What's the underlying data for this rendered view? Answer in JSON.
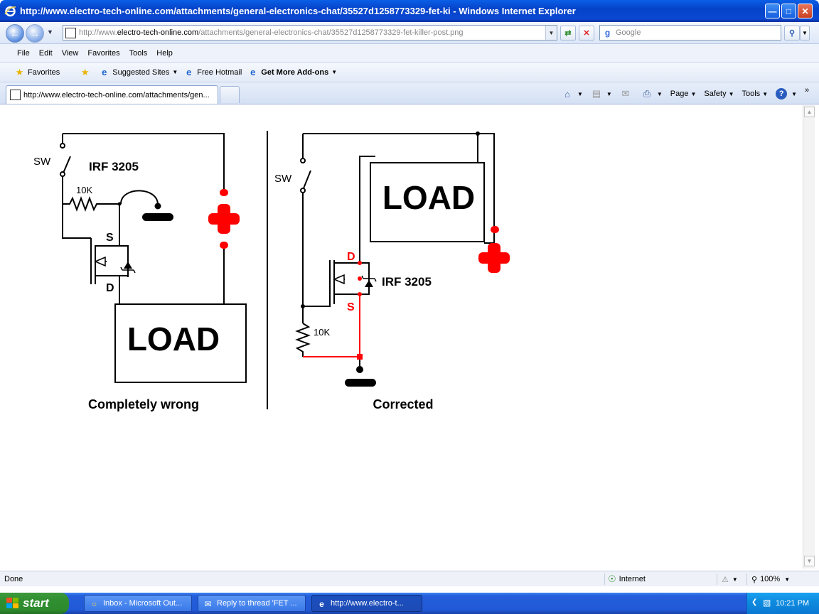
{
  "window": {
    "title": "http://www.electro-tech-online.com/attachments/general-electronics-chat/35527d1258773329-fet-ki - Windows Internet Explorer"
  },
  "address_bar": {
    "url_prefix": "http://www.",
    "url_domain": "electro-tech-online.com",
    "url_path": "/attachments/general-electronics-chat/35527d1258773329-fet-killer-post.png",
    "search_placeholder": "Google"
  },
  "menu": [
    "File",
    "Edit",
    "View",
    "Favorites",
    "Tools",
    "Help"
  ],
  "favorites_bar": {
    "favorites": "Favorites",
    "suggested_sites": "Suggested Sites",
    "free_hotmail": "Free Hotmail",
    "get_more_addons": "Get More Add-ons"
  },
  "tab": {
    "title": "http://www.electro-tech-online.com/attachments/gen..."
  },
  "command_bar": {
    "page": "Page",
    "safety": "Safety",
    "tools": "Tools"
  },
  "diagram": {
    "left": {
      "sw": "SW",
      "part": "IRF 3205",
      "resistor": "10K",
      "s": "S",
      "d": "D",
      "load": "LOAD",
      "caption": "Completely wrong"
    },
    "right": {
      "sw": "SW",
      "part": "IRF 3205",
      "resistor": "10K",
      "d": "D",
      "s": "S",
      "load": "LOAD",
      "caption": "Corrected"
    },
    "colors": {
      "wire": "#000000",
      "highlight": "#ff0000"
    }
  },
  "status_bar": {
    "status": "Done",
    "zone": "Internet",
    "zoom": "100%"
  },
  "taskbar": {
    "start": "start",
    "tasks": [
      "Inbox - Microsoft Out...",
      "Reply to thread 'FET ...",
      "http://www.electro-t..."
    ],
    "clock": "10:21 PM"
  }
}
